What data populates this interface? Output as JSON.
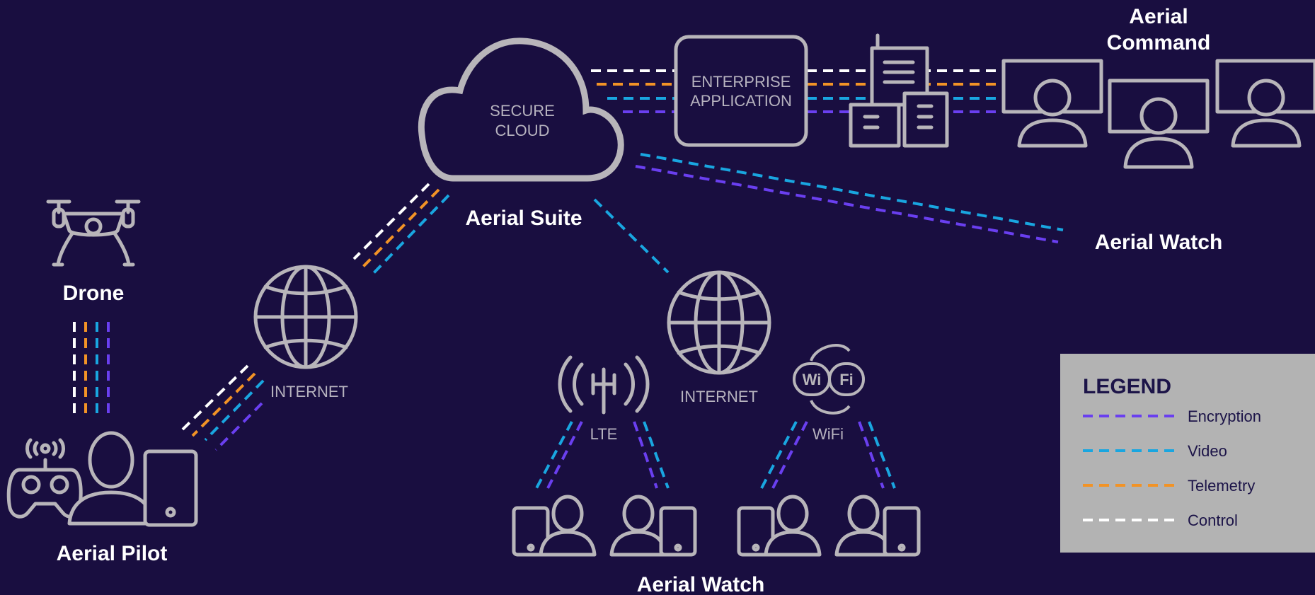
{
  "colors": {
    "background": "#190e40",
    "icon": "#b8b5ba",
    "encryption": "#6a3ff0",
    "video": "#19a6e0",
    "telemetry": "#f29326",
    "control": "#ffffff",
    "legend_bg": "#b3b3b3"
  },
  "labels": {
    "secure_cloud_l1": "SECURE",
    "secure_cloud_l2": "CLOUD",
    "enterprise_l1": "ENTERPRISE",
    "enterprise_l2": "APPLICATION",
    "aerial_suite": "Aerial Suite",
    "aerial_command_l1": "Aerial",
    "aerial_command_l2": "Command",
    "aerial_watch_right": "Aerial Watch",
    "drone": "Drone",
    "internet_left": "INTERNET",
    "internet_right": "INTERNET",
    "lte": "LTE",
    "wifi": "WiFi",
    "wifi_logo_left": "Wi",
    "wifi_logo_right": "Fi",
    "aerial_pilot": "Aerial Pilot",
    "aerial_watch_bottom": "Aerial Watch"
  },
  "legend": {
    "title": "LEGEND",
    "items": [
      {
        "label": "Encryption",
        "color": "#6a3ff0"
      },
      {
        "label": "Video",
        "color": "#19a6e0"
      },
      {
        "label": "Telemetry",
        "color": "#f29326"
      },
      {
        "label": "Control",
        "color": "#ffffff"
      }
    ]
  },
  "icons": [
    "cloud-icon",
    "enterprise-app-icon",
    "buildings-icon",
    "monitor-user-icon",
    "drone-icon",
    "globe-icon",
    "antenna-icon",
    "wifi-logo-icon",
    "controller-icon",
    "user-icon",
    "tablet-icon"
  ]
}
